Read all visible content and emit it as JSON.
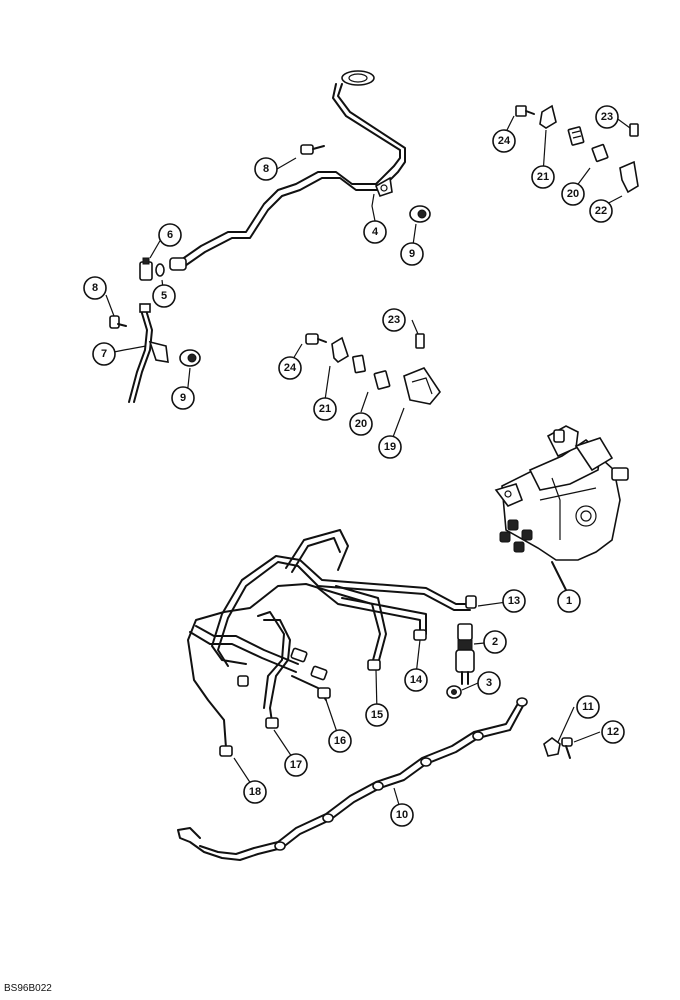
{
  "figure_code": "BS96B022",
  "callouts": [
    {
      "label": "1"
    },
    {
      "label": "2"
    },
    {
      "label": "3"
    },
    {
      "label": "4"
    },
    {
      "label": "5"
    },
    {
      "label": "6"
    },
    {
      "label": "7"
    },
    {
      "label": "8"
    },
    {
      "label": "8"
    },
    {
      "label": "9"
    },
    {
      "label": "9"
    },
    {
      "label": "10"
    },
    {
      "label": "11"
    },
    {
      "label": "12"
    },
    {
      "label": "13"
    },
    {
      "label": "14"
    },
    {
      "label": "15"
    },
    {
      "label": "16"
    },
    {
      "label": "17"
    },
    {
      "label": "18"
    },
    {
      "label": "19"
    },
    {
      "label": "20"
    },
    {
      "label": "20"
    },
    {
      "label": "21"
    },
    {
      "label": "21"
    },
    {
      "label": "22"
    },
    {
      "label": "23"
    },
    {
      "label": "23"
    },
    {
      "label": "24"
    },
    {
      "label": "24"
    }
  ]
}
